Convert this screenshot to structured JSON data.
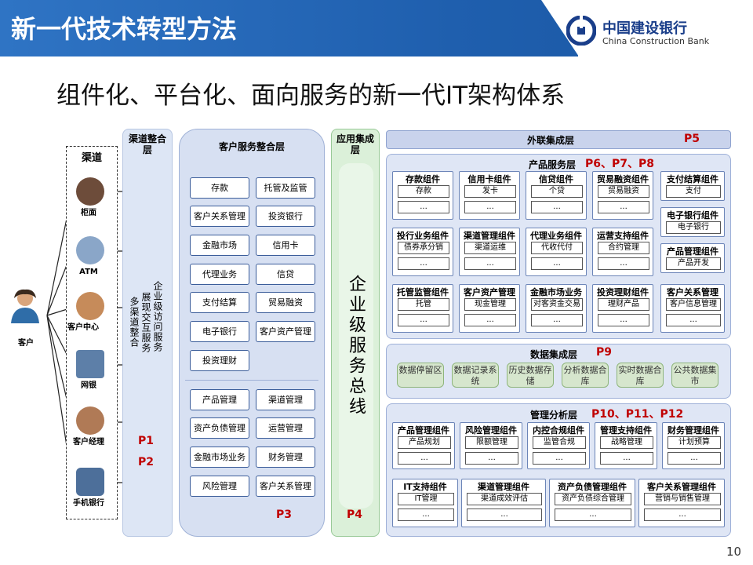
{
  "header": {
    "title": "新一代技术转型方法",
    "bank_cn": "中国建设银行",
    "bank_en": "China Construction Bank"
  },
  "subtitle": "组件化、平台化、面向服务的新一代IT架构体系",
  "page_number": "10",
  "channels": {
    "title": "渠道",
    "customer": "客户",
    "items": [
      "柜面",
      "ATM",
      "客户中心",
      "网银",
      "客户经理",
      "手机银行"
    ]
  },
  "channel_layer": {
    "title": "渠道整合层",
    "features": [
      "企业级访问服务",
      "展现交互服务",
      "多渠道整合"
    ],
    "refs": [
      "P1",
      "P2"
    ]
  },
  "customer_service_layer": {
    "title": "客户服务整合层",
    "group1": [
      "存款",
      "托管及监管",
      "客户关系管理",
      "投资银行",
      "金融市场",
      "信用卡",
      "代理业务",
      "信贷",
      "支付结算",
      "贸易融资",
      "电子银行",
      "客户资产管理",
      "投资理财"
    ],
    "group2": [
      "产品管理",
      "渠道管理",
      "资产负债管理",
      "运营管理",
      "金融市场业务",
      "财务管理",
      "风险管理",
      "客户关系管理"
    ],
    "ref": "P3"
  },
  "app_integration": {
    "title": "应用集成层",
    "bus": "企业级服务总线",
    "ref": "P4"
  },
  "external_layer": {
    "title": "外联集成层",
    "ref": "P5"
  },
  "product_service_layer": {
    "title": "产品服务层",
    "ref": "P6、P7、P8",
    "rows": [
      [
        {
          "name": "存款组件",
          "item": "存款"
        },
        {
          "name": "信用卡组件",
          "item": "发卡"
        },
        {
          "name": "信贷组件",
          "item": "个贷"
        },
        {
          "name": "贸易融资组件",
          "item": "贸易融资"
        }
      ],
      [
        {
          "name": "投行业务组件",
          "item": "债券承分销"
        },
        {
          "name": "渠道管理组件",
          "item": "渠道运维"
        },
        {
          "name": "代理业务组件",
          "item": "代收代付"
        },
        {
          "name": "运营支持组件",
          "item": "合约管理"
        }
      ],
      [
        {
          "name": "托管监管组件",
          "item": "托管"
        },
        {
          "name": "客户资产管理",
          "item": "现金管理"
        },
        {
          "name": "金融市场业务",
          "item": "对客资金交易"
        },
        {
          "name": "投资理财组件",
          "item": "理财产品"
        }
      ]
    ],
    "right": [
      {
        "name": "支付结算组件",
        "item": "支付"
      },
      {
        "name": "电子银行组件",
        "item": "电子银行"
      },
      {
        "name": "产品管理组件",
        "item": "产品开发"
      },
      {
        "name": "客户关系管理",
        "item": "客户信息管理"
      }
    ],
    "ellipsis": "..."
  },
  "data_layer": {
    "title": "数据集成层",
    "ref": "P9",
    "items": [
      "数据停留区",
      "数据记录系统",
      "历史数据存储",
      "分析数据合库",
      "实时数据合库",
      "公共数据集市"
    ]
  },
  "management_layer": {
    "title": "管理分析层",
    "ref": "P10、P11、P12",
    "row1": [
      {
        "name": "产品管理组件",
        "item": "产品规划"
      },
      {
        "name": "风险管理组件",
        "item": "限额管理"
      },
      {
        "name": "内控合规组件",
        "item": "监管合规"
      },
      {
        "name": "管理支持组件",
        "item": "战略管理"
      },
      {
        "name": "财务管理组件",
        "item": "计划预算"
      }
    ],
    "row2": [
      {
        "name": "IT支持组件",
        "item": "IT管理"
      },
      {
        "name": "渠道管理组件",
        "item": "渠道成效评估"
      },
      {
        "name": "资产负债管理组件",
        "item": "资产负债综合管理"
      },
      {
        "name": "客户关系管理组件",
        "item": "营销与销售管理"
      }
    ],
    "ellipsis": "..."
  },
  "colors": {
    "header_blue": "#1f5fae",
    "ref_red": "#c00000",
    "bank_navy": "#1a3e8a"
  }
}
